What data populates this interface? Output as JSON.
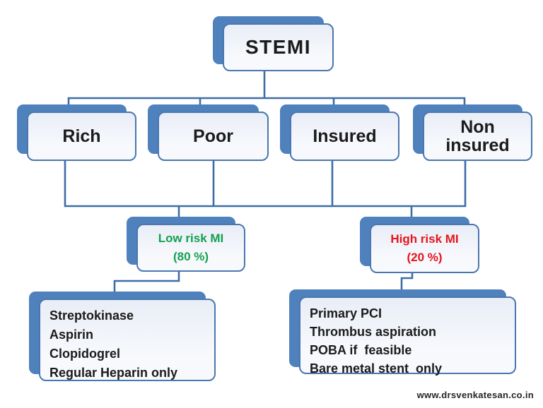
{
  "palette": {
    "shadow_blue": "#4f81bd",
    "border_blue": "#4a77b0",
    "connector_blue": "#3e6da6",
    "box_fill_top": "#e9edf6",
    "box_fill_bottom": "#f7f9fd",
    "text_dark": "#1b1b1b",
    "green": "#13a04e",
    "red": "#e8131d"
  },
  "nodes": {
    "root": {
      "label": "STEMI"
    },
    "categories": [
      {
        "label": "Rich"
      },
      {
        "label": "Poor"
      },
      {
        "label": "Insured"
      },
      {
        "label": "Non insured"
      }
    ],
    "low_risk": {
      "title": "Low risk MI",
      "subtitle": "(80 %)"
    },
    "high_risk": {
      "title": "High risk MI",
      "subtitle": "(20 %)"
    },
    "low_risk_treatments": [
      "Streptokinase",
      "Aspirin",
      "Clopidogrel",
      "Regular Heparin only"
    ],
    "high_risk_treatments": [
      "Primary PCI",
      "Thrombus aspiration",
      "POBA if  feasible",
      "Bare metal stent  only"
    ]
  },
  "footer": {
    "website": "www.drsvenkatesan.co.in"
  }
}
